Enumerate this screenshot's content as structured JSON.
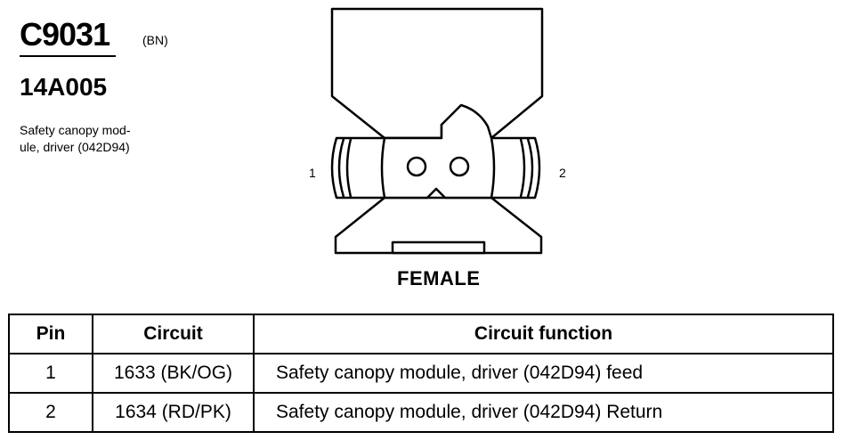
{
  "connector": {
    "id": "C9031",
    "color_code": "(BN)",
    "part_number": "14A005",
    "description_lines": [
      "Safety canopy mod-",
      "ule, driver (042D94)"
    ]
  },
  "diagram": {
    "pin_labels": [
      "1",
      "2"
    ],
    "gender": "FEMALE"
  },
  "table": {
    "headers": [
      "Pin",
      "Circuit",
      "Circuit function"
    ],
    "rows": [
      {
        "pin": "1",
        "circuit": "1633 (BK/OG)",
        "function": "Safety canopy module, driver (042D94) feed"
      },
      {
        "pin": "2",
        "circuit": "1634 (RD/PK)",
        "function": "Safety canopy module, driver (042D94) Return"
      }
    ]
  }
}
